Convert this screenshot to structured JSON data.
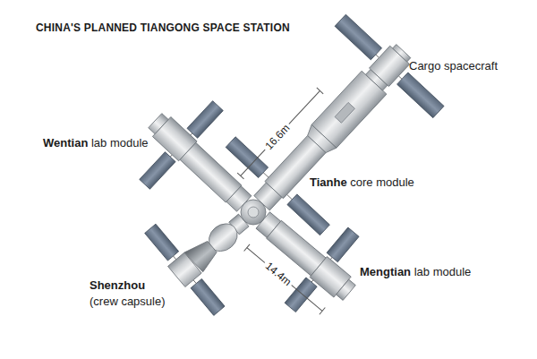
{
  "diagram": {
    "title": "CHINA'S PLANNED TIANGONG SPACE STATION",
    "labels": [
      "Cargo spacecraft",
      "Wentian",
      "lab module",
      "16.6m",
      "Tianhe",
      "core module",
      "Mengtian",
      "lab module",
      "14.4m",
      "Shenzhou",
      "(crew capsule)"
    ]
  }
}
